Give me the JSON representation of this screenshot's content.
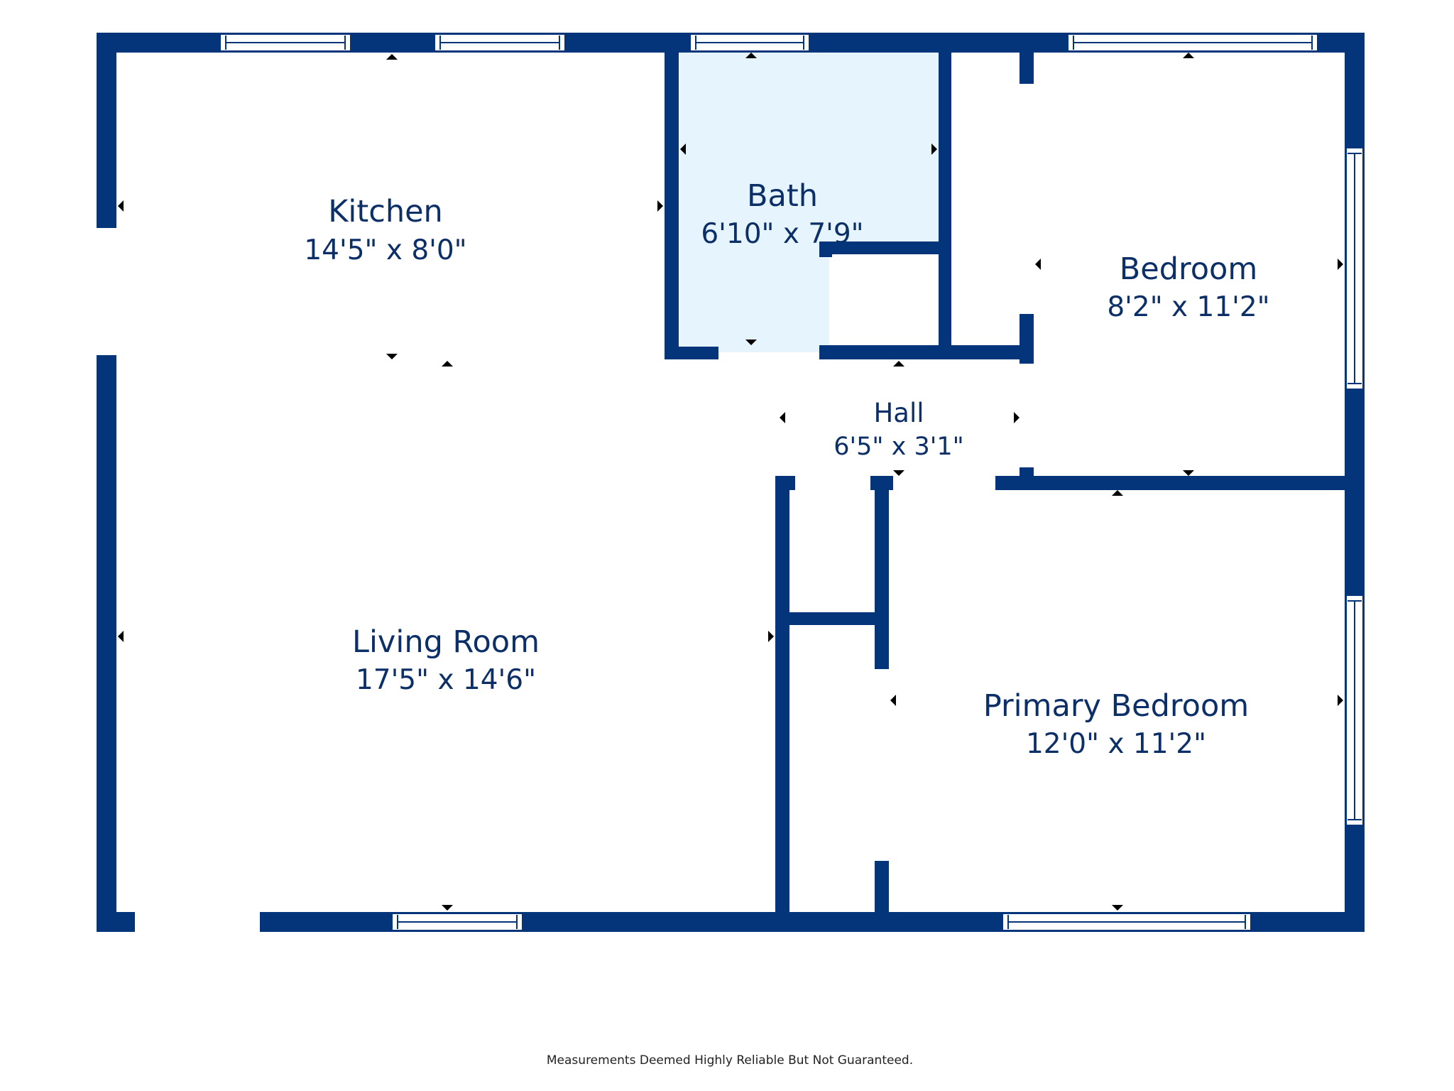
{
  "colors": {
    "wall": "#04357a",
    "bath_fill": "#e6f5fd",
    "window_fill": "#ffffff",
    "text": "#0b2f66",
    "marker": "#000000"
  },
  "rooms": {
    "kitchen": {
      "name": "Kitchen",
      "dims": "14'5\" x 8'0\""
    },
    "bath": {
      "name": "Bath",
      "dims": "6'10\" x 7'9\""
    },
    "bedroom": {
      "name": "Bedroom",
      "dims": "8'2\" x 11'2\""
    },
    "hall": {
      "name": "Hall",
      "dims": "6'5\" x 3'1\""
    },
    "living_room": {
      "name": "Living Room",
      "dims": "17'5\" x 14'6\""
    },
    "primary_bedroom": {
      "name": "Primary Bedroom",
      "dims": "12'0\" x 11'2\""
    }
  },
  "footer": {
    "disclaimer": "Measurements Deemed Highly Reliable But Not Guaranteed."
  }
}
